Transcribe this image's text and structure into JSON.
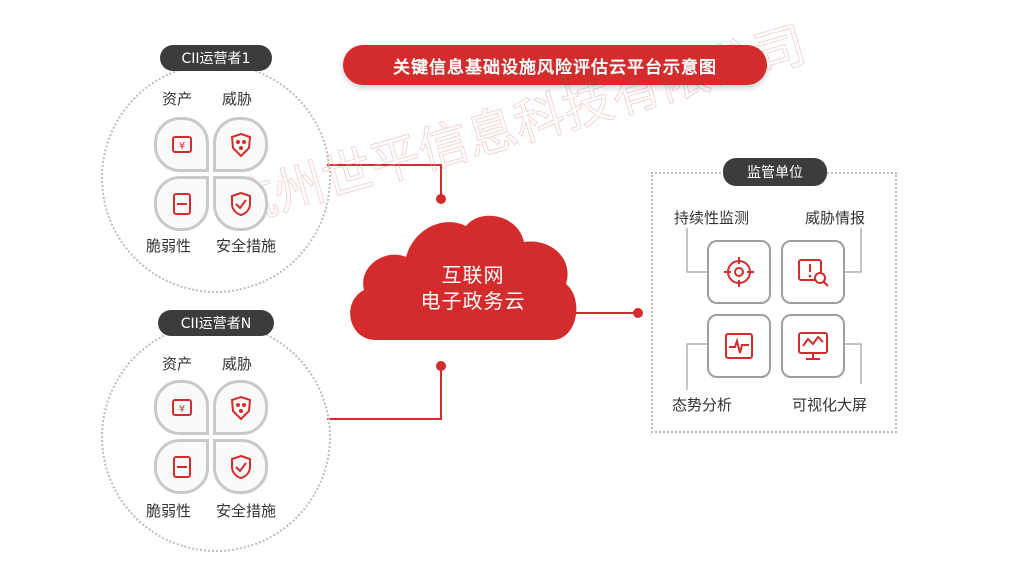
{
  "title": "关键信息基础设施风险评估云平台示意图",
  "watermark": "杭州世平信息科技有限公司",
  "operators": [
    {
      "label": "CII运营者1",
      "items": [
        {
          "label": "资产",
          "icon": "asset-icon"
        },
        {
          "label": "威胁",
          "icon": "threat-icon"
        },
        {
          "label": "脆弱性",
          "icon": "vulnerability-icon"
        },
        {
          "label": "安全措施",
          "icon": "shield-check-icon"
        }
      ]
    },
    {
      "label": "CII运营者N",
      "items": [
        {
          "label": "资产",
          "icon": "asset-icon"
        },
        {
          "label": "威胁",
          "icon": "threat-icon"
        },
        {
          "label": "脆弱性",
          "icon": "vulnerability-icon"
        },
        {
          "label": "安全措施",
          "icon": "shield-check-icon"
        }
      ]
    }
  ],
  "cloud": {
    "line1": "互联网",
    "line2": "电子政务云"
  },
  "supervisor": {
    "label": "监管单位",
    "items": [
      {
        "label": "持续性监测",
        "icon": "target-icon"
      },
      {
        "label": "威胁情报",
        "icon": "intel-search-icon"
      },
      {
        "label": "态势分析",
        "icon": "pulse-icon"
      },
      {
        "label": "可视化大屏",
        "icon": "chart-screen-icon"
      }
    ]
  },
  "colors": {
    "accent": "#d42c2c",
    "dark": "#3c3c3c",
    "gray": "#c9c9c9"
  }
}
